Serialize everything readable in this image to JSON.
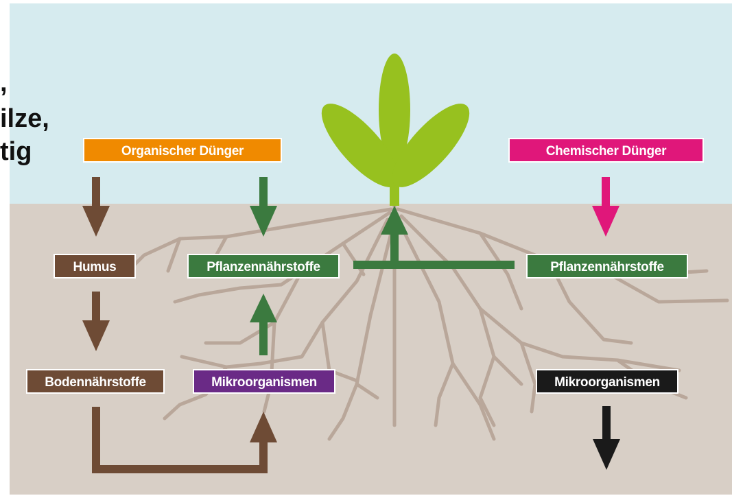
{
  "overlay_text": {
    "line1": ",",
    "line2": "ilze,",
    "line3": "tig"
  },
  "labels": {
    "organic_fertilizer": "Organischer Dünger",
    "chemical_fertilizer": "Chemischer Dünger",
    "humus": "Humus",
    "plant_nutrients_left": "Pflanzennährstoffe",
    "plant_nutrients_right": "Pflanzennährstoffe",
    "soil_nutrients": "Bodennährstoffe",
    "microorganisms_left": "Mikroorganismen",
    "microorganisms_right": "Mikroorganismen"
  },
  "colors": {
    "sky": "#d6ebef",
    "soil": "#d8cfc6",
    "roots": "#b9a79a",
    "plant": "#97c11f",
    "orange": "#f08a00",
    "magenta": "#e0177a",
    "brown": "#6e4b35",
    "green": "#3b7a3f",
    "purple": "#6a2a86",
    "black": "#1a1a1a"
  }
}
